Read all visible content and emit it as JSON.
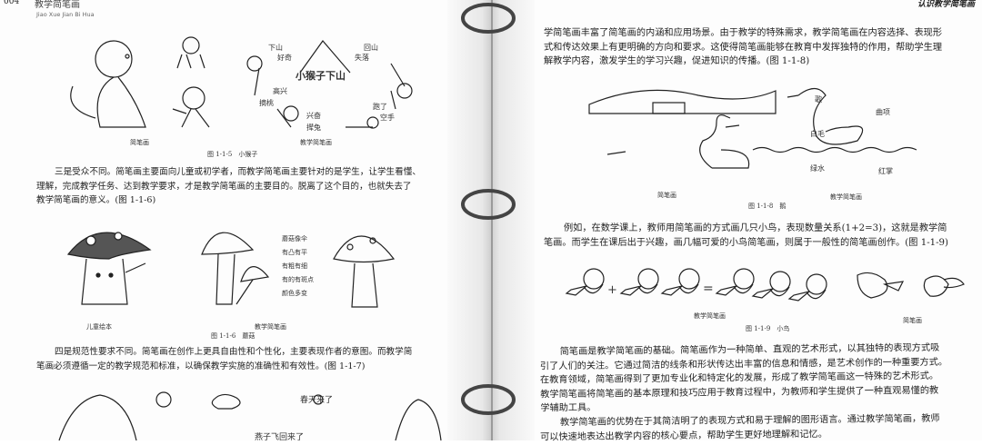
{
  "left_page": {
    "page_number": "004",
    "running_title": "教学简笔画",
    "running_pinyin": "Jiao Xue Jian Bi Hua",
    "fig5": {
      "left_caption": "简笔画",
      "right_caption": "教学简笔画",
      "title": "图 1-1-5　小猴子",
      "center_label": "小猴子下山",
      "labels": [
        "下山",
        "好奇",
        "回山",
        "失落",
        "高兴",
        "摘桃",
        "兴奋",
        "撵兔",
        "跑了",
        "空手"
      ]
    },
    "para1": [
      "三是受众不同。简笔画主要面向儿童或初学者，而教学简笔画主要针对的是学生，让学生看懂、",
      "理解，完成教学任务、达到教学要求，才是教学简笔画的主要目的。脱离了这个目的，也就失去了",
      "教学简笔画的意义。(图 1-1-6)"
    ],
    "fig6": {
      "left_caption": "儿童绘本",
      "right_caption": "教学简笔画",
      "title": "图 1-1-6　蘑菇",
      "notes": [
        "蘑菇像伞",
        "有凸有平",
        "有粗有细",
        "有的有斑点",
        "颜色多变"
      ]
    },
    "para2": [
      "四是规范性要求不同。简笔画在创作上更具自由性和个性化，主要表现作者的意图。而教学简",
      "笔画必须遵循一定的教学规范和标准，以确保教学实施的准确性和有效性。(图 1-1-7)"
    ],
    "fig7": {
      "label1": "春天来了",
      "label2": "燕子飞回来了"
    }
  },
  "right_page": {
    "running_title": "认识教学简笔画",
    "para1": [
      "学简笔画丰富了简笔画的内涵和应用场景。由于教学的特殊需求，教学简笔画在内容选择、表现形",
      "式和传达效果上有更明确的方向和要求。这使得简笔画能够在教育中发挥独特的作用，帮助学生理",
      "解教学内容，激发学生的学习兴趣，促进知识的传播。(图 1-1-8)"
    ],
    "fig8": {
      "left_caption": "简笔画",
      "right_caption": "教学简笔画",
      "title": "图 1-1-8　鹅",
      "labels": [
        "歌",
        "曲项",
        "白毛",
        "绿水",
        "红掌"
      ]
    },
    "para2": [
      "例如，在数学课上，教师用简笔画的方式画几只小鸟，表现数量关系(1+2=3)，这就是教学简",
      "笔画。而学生在课后出于兴趣，画几幅可爱的小鸟简笔画，则属于一般性的简笔画创作。(图 1-1-9)"
    ],
    "fig9": {
      "left_caption": "教学简笔画",
      "right_caption": "简笔画",
      "title": "图 1-1-9　小鸟",
      "plus": "+",
      "equals": "="
    },
    "para3": [
      "简笔画是教学简笔画的基础。简笔画作为一种简单、直观的艺术形式，以其独特的表现方式吸",
      "引了人们的关注。它通过简洁的线条和形状传达出丰富的信息和情感，是艺术创作的一种重要方式。",
      "在教育领域，简笔画得到了更加专业化和特定化的发展，形成了教学简笔画这一特殊的艺术形式。",
      "教学简笔画将简笔画的基本原理和技巧应用于教育过程中，为教师和学生提供了一种直观易懂的教",
      "学辅助工具。"
    ],
    "para4": [
      "教学简笔画的优势在于其简洁明了的表现方式和易于理解的图形语言。通过教学简笔画，教师",
      "可以快速地表达出教学内容的核心要点，帮助学生更好地理解和记忆。"
    ]
  }
}
